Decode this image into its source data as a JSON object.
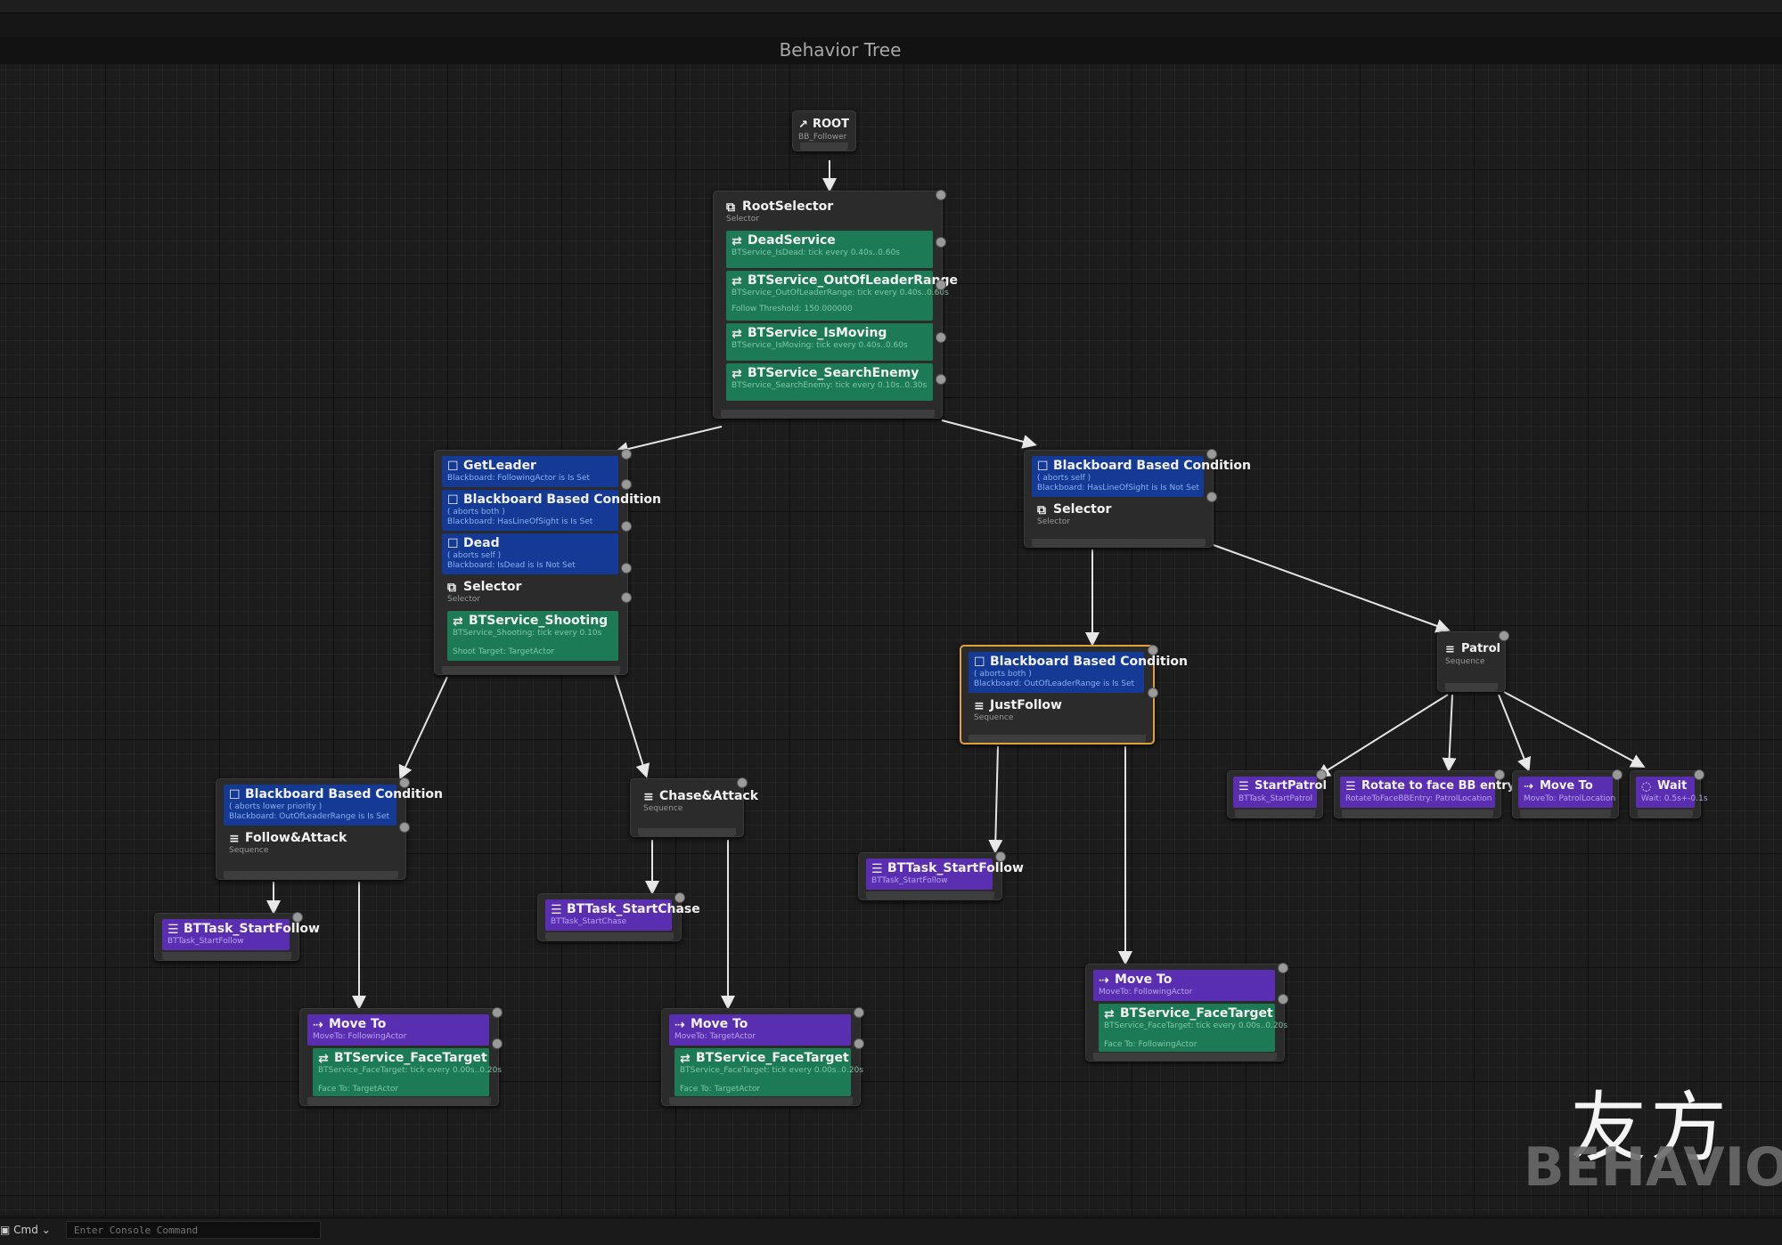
{
  "window": {
    "title": "Behavior Tree"
  },
  "colors": {
    "decorator": "#143a95",
    "service": "#1c7a56",
    "task": "#5a2eb0",
    "composite": "#2b2b2b",
    "selected_border": "#e0a13a"
  },
  "root": {
    "title": "ROOT",
    "subtitle": "BB_Follower"
  },
  "root_selector": {
    "title": "RootSelector",
    "subtitle": "Selector",
    "services": [
      {
        "title": "DeadService",
        "line1": "BTService_IsDead: tick every 0.40s..0.60s"
      },
      {
        "title": "BTService_OutOfLeaderRange",
        "line1": "BTService_OutOfLeaderRange: tick every 0.40s..0.60s",
        "line2": "Follow Threshold: 150.000000"
      },
      {
        "title": "BTService_IsMoving",
        "line1": "BTService_IsMoving: tick every 0.40s..0.60s"
      },
      {
        "title": "BTService_SearchEnemy",
        "line1": "BTService_SearchEnemy: tick every 0.10s..0.30s"
      }
    ]
  },
  "combat_branch": {
    "decorators": [
      {
        "title": "GetLeader",
        "line1": "Blackboard: FollowingActor is Is Set"
      },
      {
        "title": "Blackboard Based Condition",
        "line1": "( aborts both )",
        "line2": "Blackboard: HasLineOfSight is Is Set"
      },
      {
        "title": "Dead",
        "line1": "( aborts self )",
        "line2": "Blackboard: IsDead is Is Not Set"
      }
    ],
    "composite": {
      "title": "Selector",
      "subtitle": "Selector"
    },
    "service": {
      "title": "BTService_Shooting",
      "line1": "BTService_Shooting: tick every 0.10s",
      "line2": "Shoot Target: TargetActor"
    }
  },
  "follow_attack": {
    "decorator": {
      "title": "Blackboard Based Condition",
      "line1": "( aborts lower priority )",
      "line2": "Blackboard: OutOfLeaderRange is Is Set"
    },
    "composite": {
      "title": "Follow&Attack",
      "subtitle": "Sequence"
    }
  },
  "chase_attack": {
    "title": "Chase&Attack",
    "subtitle": "Sequence"
  },
  "task_start_follow_1": {
    "title": "BTTask_StartFollow",
    "subtitle": "BTTask_StartFollow"
  },
  "task_start_chase": {
    "title": "BTTask_StartChase",
    "subtitle": "BTTask_StartChase"
  },
  "moveto_1": {
    "title": "Move To",
    "subtitle": "MoveTo: FollowingActor",
    "service": {
      "title": "BTService_FaceTarget",
      "line1": "BTService_FaceTarget: tick every 0.00s..0.20s",
      "line2": "Face To: TargetActor"
    }
  },
  "moveto_2": {
    "title": "Move To",
    "subtitle": "MoveTo: TargetActor",
    "service": {
      "title": "BTService_FaceTarget",
      "line1": "BTService_FaceTarget: tick every 0.00s..0.20s",
      "line2": "Face To: TargetActor"
    }
  },
  "right_branch": {
    "decorator": {
      "title": "Blackboard Based Condition",
      "line1": "( aborts self )",
      "line2": "Blackboard: HasLineOfSight is Is Not Set"
    },
    "composite": {
      "title": "Selector",
      "subtitle": "Selector"
    }
  },
  "just_follow": {
    "decorator": {
      "title": "Blackboard Based Condition",
      "line1": "( aborts both )",
      "line2": "Blackboard: OutOfLeaderRange is Is Set"
    },
    "composite": {
      "title": "JustFollow",
      "subtitle": "Sequence"
    }
  },
  "task_start_follow_2": {
    "title": "BTTask_StartFollow",
    "subtitle": "BTTask_StartFollow"
  },
  "moveto_3": {
    "title": "Move To",
    "subtitle": "MoveTo: FollowingActor",
    "service": {
      "title": "BTService_FaceTarget",
      "line1": "BTService_FaceTarget: tick every 0.00s..0.20s",
      "line2": "Face To: FollowingActor"
    }
  },
  "patrol": {
    "title": "Patrol",
    "subtitle": "Sequence"
  },
  "patrol_tasks": [
    {
      "title": "StartPatrol",
      "subtitle": "BTTask_StartPatrol"
    },
    {
      "title": "Rotate to face BB entry",
      "subtitle": "RotateToFaceBBEntry: PatrolLocation"
    },
    {
      "title": "Move To",
      "subtitle": "MoveTo: PatrolLocation"
    },
    {
      "title": "Wait",
      "subtitle": "Wait: 0.5s+-0.1s"
    }
  ],
  "watermark": {
    "cn": "友方",
    "en": "BEHAVIOR"
  },
  "status_bar": {
    "cmd_label": "Cmd",
    "console_placeholder": "Enter Console Command"
  }
}
